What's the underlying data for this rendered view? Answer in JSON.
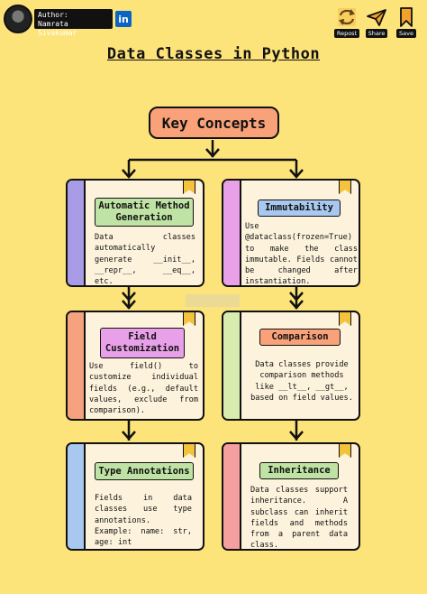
{
  "header": {
    "author_label": "Author:",
    "author_name": "Namrata Sivakumar",
    "linkedin": "in",
    "actions": [
      {
        "label": "Repost",
        "icon": "repost-icon"
      },
      {
        "label": "Share",
        "icon": "share-icon"
      },
      {
        "label": "Save",
        "icon": "bookmark-icon"
      }
    ]
  },
  "title": "Data Classes in Python",
  "root": "Key Concepts",
  "colors": {
    "background": "#fde47a",
    "root": "#f9a27a",
    "card": "#fdf2dc",
    "bookmark": "#f5c33b"
  },
  "cards": [
    {
      "title": "Automatic Method Generation",
      "description": "Data classes automatically generate __init__, __repr__, __eq__, etc.",
      "stripe_color": "#a89ce6",
      "pill_color": "#bfe3a4"
    },
    {
      "title": "Immutability",
      "description": "Use @dataclass(frozen=True) to make the class immutable. Fields cannot be changed after instantiation.",
      "stripe_color": "#e8a0e8",
      "pill_color": "#a8c8f0"
    },
    {
      "title": "Field Customization",
      "description": "Use field() to customize individual fields (e.g., default values, exclude from comparison).",
      "stripe_color": "#f6a27e",
      "pill_color": "#e8a0e8"
    },
    {
      "title": "Comparison",
      "description": "Data classes provide comparison methods like __lt__, __gt__, based on field values.",
      "stripe_color": "#d8ecb0",
      "pill_color": "#f9a27a"
    },
    {
      "title": "Type Annotations",
      "description": "Fields in data classes use type annotations. Example: name: str, age: int",
      "stripe_color": "#a8c8f0",
      "pill_color": "#bfe3a4"
    },
    {
      "title": "Inheritance",
      "description": "Data classes support inheritance. A subclass can inherit fields and methods from a parent data class.",
      "stripe_color": "#f4a0a0",
      "pill_color": "#bfe3a4"
    }
  ]
}
